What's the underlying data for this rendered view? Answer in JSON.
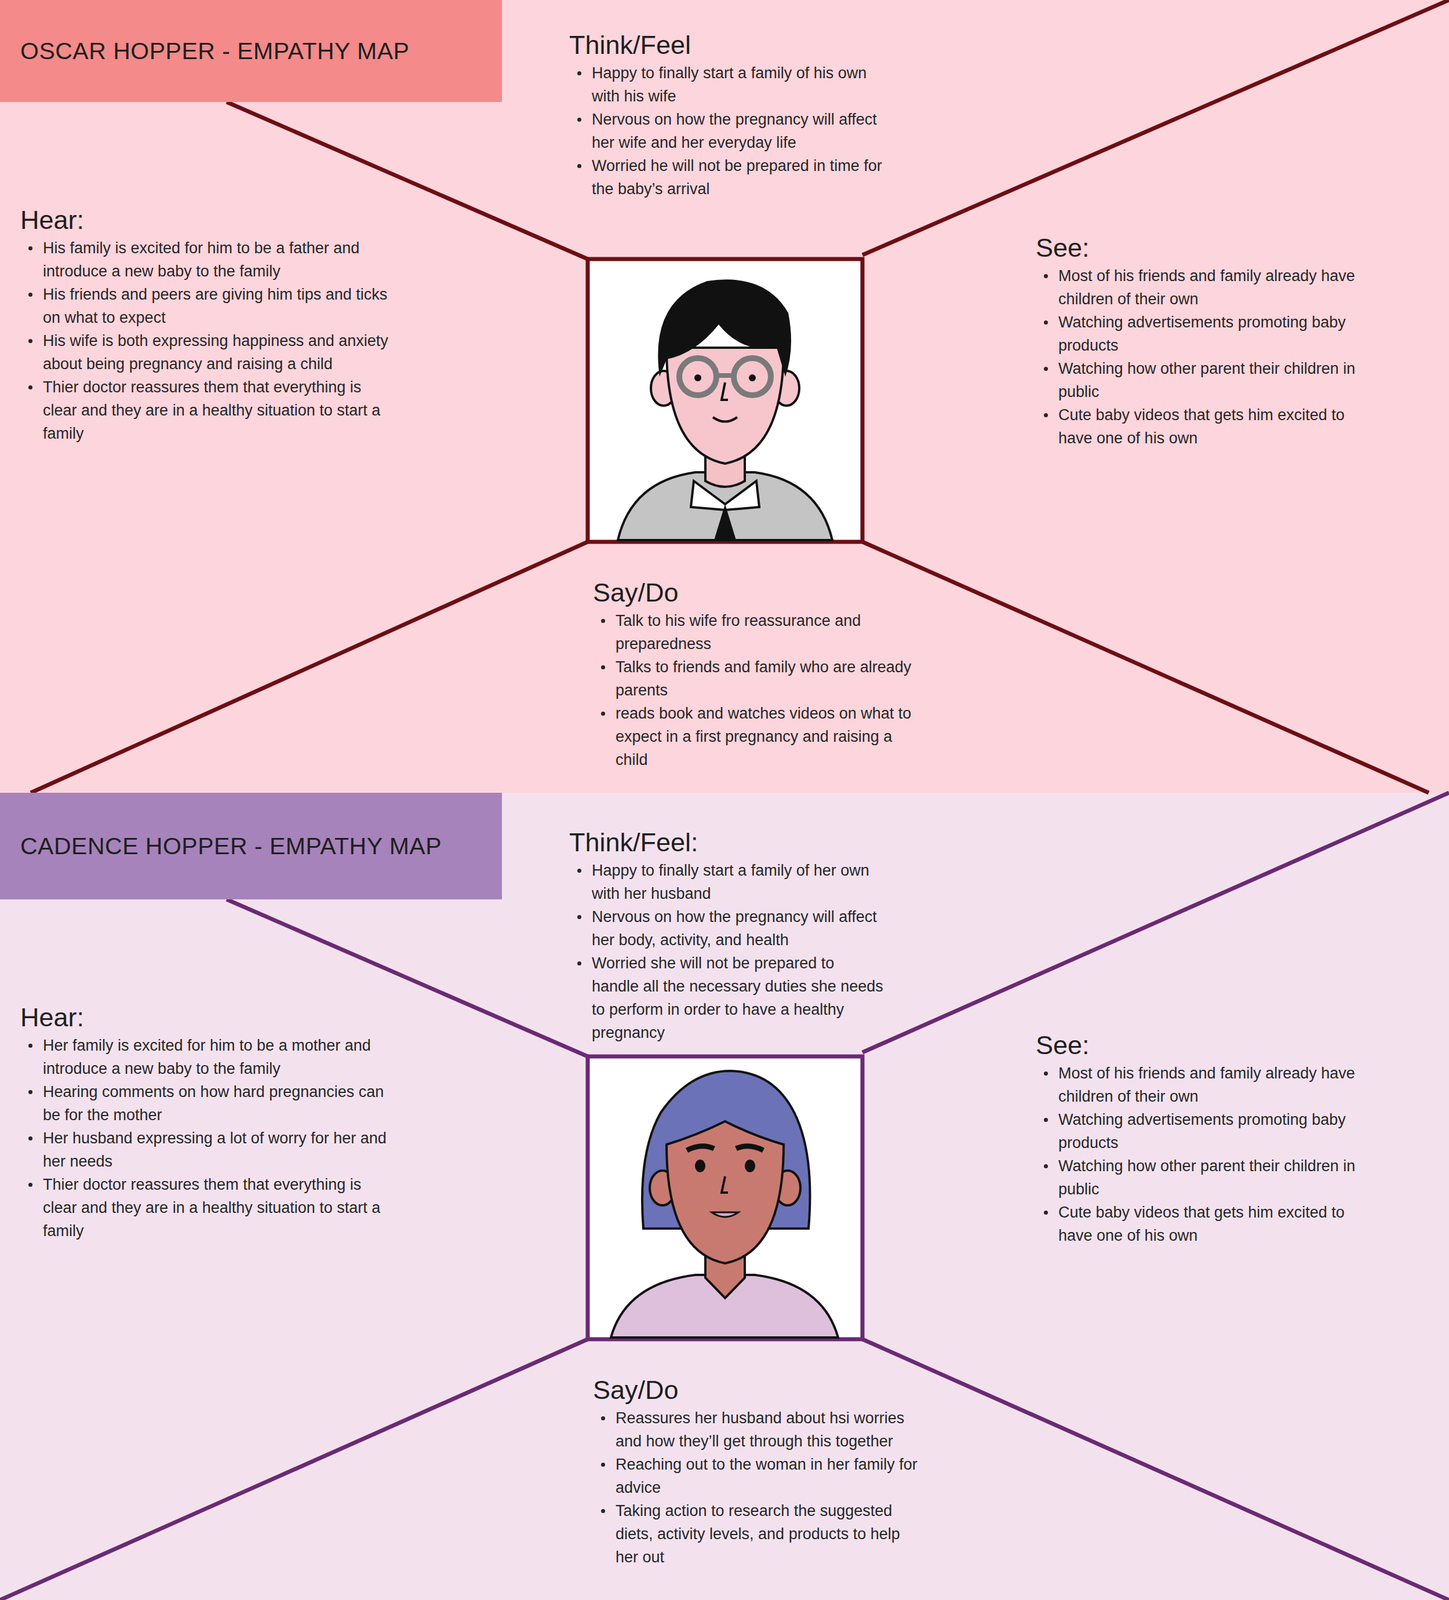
{
  "diagram": {
    "nodes": [
      {
        "text": [
          "OSCAR HOPPER - EMPATHY MAP"
        ]
      },
      {
        "text": [
          "Think/Feel",
          "Happy to finally start a family of his own with his wife",
          "Nervous on how the pregnancy will affect her wife and her everyday life",
          "Worried he will not be prepared in time for the baby’s arrival"
        ]
      },
      {
        "text": [
          "Hear:",
          "His family is excited for him to be a father and introduce a new baby to the family",
          "His friends and peers are giving him tips and ticks on what to expect",
          "His wife is both expressing happiness and anxiety about being pregnancy and raising a child",
          "Thier doctor reassures them that everything is clear and they are in a healthy situation to start a family"
        ]
      },
      {
        "text": [
          "See:",
          "Most of his friends and family already have children of their own",
          "Watching advertisements promoting baby products",
          "Watching how other parent their children in public",
          "Cute baby videos that gets him excited to have one of his own"
        ]
      },
      {
        "text": [
          "Say/Do",
          "Talk to his wife fro reassurance and preparedness",
          "Talks to friends and family who are already parents",
          "reads book and watches videos on what to expect in a first pregnancy and raising a child"
        ]
      },
      {
        "text": [
          "CADENCE HOPPER - EMPATHY MAP"
        ]
      },
      {
        "text": [
          "Think/Feel:",
          "Happy to finally start a family of her own with her husband",
          "Nervous on how the pregnancy will affect her body, activity, and health",
          "Worried she will not be prepared to handle all the necessary duties she needs to perform in order to have a healthy pregnancy"
        ]
      },
      {
        "text": [
          "Hear:",
          "Her family is excited for him to be a mother and introduce a new baby to the family",
          "Hearing comments on how hard pregnancies can be for the mother",
          "Her husband expressing a lot of worry for her and her needs",
          "Thier doctor reassures them that everything is clear and they are in a healthy situation to start a family"
        ]
      },
      {
        "text": [
          "See:",
          "Most of his friends and family already have children of their own",
          "Watching advertisements promoting baby products",
          "Watching how other parent their children in public",
          "Cute baby videos that gets him excited to have one of his own"
        ]
      },
      {
        "text": [
          "Say/Do",
          "Reassures her husband about hsi worries and how they’ll get through this together",
          "Reaching out to the woman in her family for advice",
          "Taking action to research the suggested diets, activity levels, and products to help her out"
        ]
      }
    ]
  }
}
